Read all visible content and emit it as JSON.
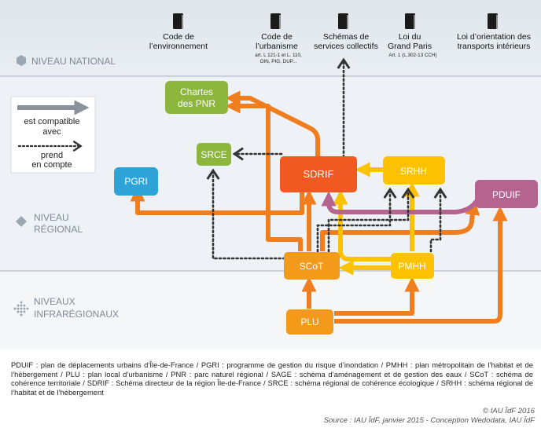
{
  "colors": {
    "band_top": "#e3e8ee",
    "band_mid": "#eef2f6",
    "band_bottom": "#f5f7f9",
    "orange_arrow": "#f07d1e",
    "yellow_arrow": "#fcc200",
    "purple_arrow": "#b5648f",
    "green_node": "#8cb63c",
    "blue_node": "#2ea3d8",
    "sdrif": "#f05a22",
    "srhh": "#fcc200",
    "pduif": "#b5648f",
    "scot": "#f49a1a",
    "pmhh": "#fcc200",
    "plu": "#f49a1a",
    "level_label": "#7f8a96"
  },
  "levels": {
    "national": "NIVEAU NATIONAL",
    "regional_1": "NIVEAU",
    "regional_2": "RÉGIONAL",
    "infra_1": "NIVEAUX",
    "infra_2": "INFRARÉGIONAUX"
  },
  "national_docs": [
    {
      "icon": "book-icon",
      "lines": [
        "Code de",
        "l’environnement"
      ],
      "note": []
    },
    {
      "icon": "book-icon",
      "lines": [
        "Code de",
        "l’urbanisme"
      ],
      "note": [
        "art. L 121-1 et L. 110,",
        "OIN, PIG, DUP..."
      ]
    },
    {
      "icon": "book-icon",
      "lines": [
        "Schémas de",
        "services collectifs"
      ],
      "note": []
    },
    {
      "icon": "book-icon",
      "lines": [
        "Loi du",
        "Grand Paris"
      ],
      "note": [
        "Art. 1 (L.302-13 CCH)"
      ]
    },
    {
      "icon": "book-icon",
      "lines": [
        "Loi d’orientation des",
        "transports intérieurs"
      ],
      "note": []
    }
  ],
  "legend": {
    "compatible_1": "est compatible",
    "compatible_2": "avec",
    "prend_1": "prend",
    "prend_2": "en compte"
  },
  "nodes": {
    "chartes_1": "Chartes",
    "chartes_2": "des PNR",
    "srce": "SRCE",
    "pgri": "PGRI",
    "sdrif": "SDRIF",
    "srhh": "SRHH",
    "pduif": "PDUIF",
    "scot": "SCoT",
    "pmhh": "PMHH",
    "plu": "PLU"
  },
  "glossary": "PDUIF : plan de déplacements urbains d’Île-de-France / PGRI : programme de gestion du risque d’inondation / PMHH : plan métropolitain de l’habitat et de l’hébergement / PLU : plan local d’urbanisme / PNR : parc naturel régional / SAGE : schéma d’aménagement et de gestion des eaux / SCoT : schéma de cohérence territoriale / SDRIF : Schéma directeur de la région Île-de-France / SRCE : schéma régional de cohérence écologique / SRHH : schéma régional de l’habitat et de l’hébergement",
  "credit_1": "© IAU ÎdF 2016",
  "credit_2": "Source : IAU ÎdF, janvier 2015 - Conception Wedodata, IAU ÎdF"
}
